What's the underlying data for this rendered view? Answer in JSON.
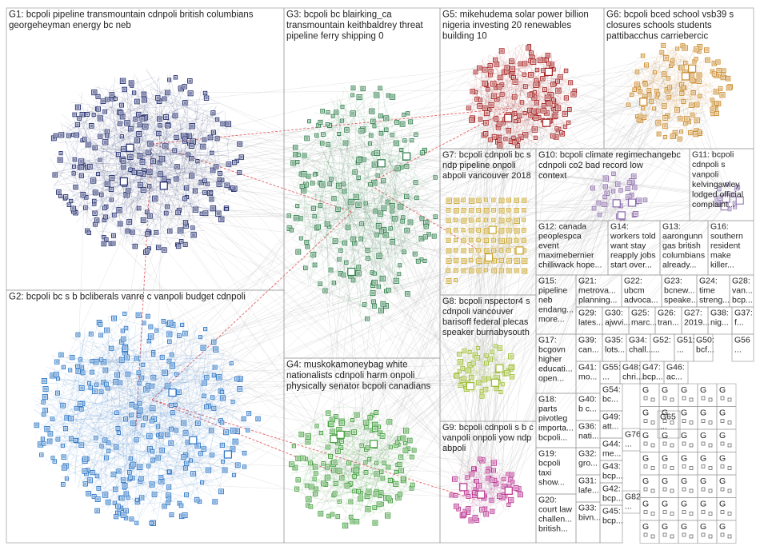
{
  "groups": [
    {
      "id": "G1",
      "lines": [
        "G1: bcpoli pipeline transmountain cdnpoli british columbians",
        "georgeheyman energy bc neb"
      ],
      "color": "#1f2a6b"
    },
    {
      "id": "G2",
      "lines": [
        "G2: bcpoli bc s b bcliberals vanre c vanpoli budget cdnpoli"
      ],
      "color": "#2a74c4"
    },
    {
      "id": "G3",
      "lines": [
        "G3: bcpoli bc blairking_ca",
        "transmountain keithbaldrey threat",
        "pipeline ferry shipping 0"
      ],
      "color": "#2e7d4a"
    },
    {
      "id": "G4",
      "lines": [
        "G4: muskokamoneybag white",
        "nationalists cdnpoli harm onpoli",
        "physically senator bcpoli canadians"
      ],
      "color": "#3f9c3a"
    },
    {
      "id": "G5",
      "lines": [
        "G5: mikehudema solar power billion",
        "nigeria investing 20 renewables",
        "building 10"
      ],
      "color": "#a41f1f"
    },
    {
      "id": "G6",
      "lines": [
        "G6: bcpoli bced school vsb39 s",
        "closures schools students",
        "pattibacchus carriebercic"
      ],
      "color": "#c9892a"
    },
    {
      "id": "G7",
      "lines": [
        "G7: bcpoli cdnpoli bc s",
        "ndp pipeline onpoli",
        "abpoli vancouver 2018"
      ],
      "color": "#c9a428"
    },
    {
      "id": "G8",
      "lines": [
        "G8: bcpoli nspector4 s",
        "cdnpoli vancouver",
        "barisoff federal plecas",
        "speaker burnabysouth"
      ],
      "color": "#9bbb2e"
    },
    {
      "id": "G9",
      "lines": [
        "G9: bcpoli cdnpoli s b c",
        "vanpoli onpoli yow ndp",
        "abpoli"
      ],
      "color": "#b8328f"
    },
    {
      "id": "G10",
      "lines": [
        "G10: bcpoli climate regimechangebc",
        "cdnpoli co2 bad record low",
        "context"
      ],
      "color": "#8a6aa8"
    },
    {
      "id": "G11",
      "lines": [
        "G11: bcpoli",
        "cdnpoli s",
        "vanpoli",
        "kelvingawley",
        "lodged official",
        "complaint..."
      ],
      "color": "#9a83b8"
    },
    {
      "id": "G12",
      "lines": [
        "G12: canada",
        "peoplespca",
        "event",
        "maximebernier",
        "chilliwack hope..."
      ],
      "color": "#555555"
    },
    {
      "id": "G13",
      "lines": [
        "G13:",
        "aarongunn",
        "gas british",
        "columbians",
        "already..."
      ],
      "color": "#555555"
    },
    {
      "id": "G14",
      "lines": [
        "G14:",
        "workers told",
        "want stay",
        "reapply jobs",
        "start over..."
      ],
      "color": "#555555"
    },
    {
      "id": "G15",
      "lines": [
        "G15:",
        "pipeline",
        "neb",
        "endang...",
        "more..."
      ],
      "color": "#555555"
    },
    {
      "id": "G16",
      "lines": [
        "G16:",
        "southern",
        "resident",
        "make",
        "killer..."
      ],
      "color": "#555555"
    },
    {
      "id": "G17",
      "lines": [
        "G17:",
        "bcgovn",
        "higher",
        "educati...",
        "open..."
      ],
      "color": "#555555"
    },
    {
      "id": "G18",
      "lines": [
        "G18:",
        "parts",
        "pivotleg",
        "importa...",
        "bcpoli..."
      ],
      "color": "#555555"
    },
    {
      "id": "G19",
      "lines": [
        "G19:",
        "bcpoli",
        "taxi",
        "show..."
      ],
      "color": "#555555"
    },
    {
      "id": "G20",
      "lines": [
        "G20:",
        "court law",
        "challen...",
        "british..."
      ],
      "color": "#555555"
    },
    {
      "id": "G21",
      "lines": [
        "G21:",
        "metrova...",
        "planning..."
      ],
      "color": "#555555"
    },
    {
      "id": "G22",
      "lines": [
        "G22:",
        "ubcm",
        "advoca..."
      ],
      "color": "#555555"
    },
    {
      "id": "G23",
      "lines": [
        "G23:",
        "bcnew...",
        "speake..."
      ],
      "color": "#555555"
    },
    {
      "id": "G24",
      "lines": [
        "G24:",
        "time",
        "streng..."
      ],
      "color": "#555555"
    },
    {
      "id": "G25",
      "lines": [
        "G25:",
        "marc..."
      ],
      "color": "#555555"
    },
    {
      "id": "G26",
      "lines": [
        "G26:",
        "tran..."
      ],
      "color": "#555555"
    },
    {
      "id": "G27",
      "lines": [
        "G27:",
        "2019..."
      ],
      "color": "#555555"
    },
    {
      "id": "G28",
      "lines": [
        "G28:",
        "van...",
        "bcp..."
      ],
      "color": "#555555"
    },
    {
      "id": "G29",
      "lines": [
        "G29:",
        "lates..."
      ],
      "color": "#555555"
    },
    {
      "id": "G30",
      "lines": [
        "G30:",
        "ajwvi..."
      ],
      "color": "#555555"
    },
    {
      "id": "G31",
      "lines": [
        "G31:",
        "lafe..."
      ],
      "color": "#555555"
    },
    {
      "id": "G32",
      "lines": [
        "G32:",
        "gro..."
      ],
      "color": "#555555"
    },
    {
      "id": "G33",
      "lines": [
        "G33:",
        "bivn..."
      ],
      "color": "#555555"
    },
    {
      "id": "G34",
      "lines": [
        "G34:",
        "chall..."
      ],
      "color": "#555555"
    },
    {
      "id": "G35",
      "lines": [
        "G35:",
        "lots..."
      ],
      "color": "#555555"
    },
    {
      "id": "G36",
      "lines": [
        "G36:",
        "nati..."
      ],
      "color": "#555555"
    },
    {
      "id": "G37",
      "lines": [
        "G37:",
        "f..."
      ],
      "color": "#555555"
    },
    {
      "id": "G38",
      "lines": [
        "G38:",
        "nig..."
      ],
      "color": "#555555"
    },
    {
      "id": "G39",
      "lines": [
        "G39:",
        "can..."
      ],
      "color": "#555555"
    },
    {
      "id": "G40",
      "lines": [
        "G40:",
        "b c..."
      ],
      "color": "#555555"
    },
    {
      "id": "G41",
      "lines": [
        "G41:",
        "mo..."
      ],
      "color": "#555555"
    },
    {
      "id": "G42",
      "lines": [
        "G42:",
        "bcp..."
      ],
      "color": "#555555"
    },
    {
      "id": "G43",
      "lines": [
        "G43:",
        "bcp..."
      ],
      "color": "#555555"
    },
    {
      "id": "G44",
      "lines": [
        "G44:",
        "me..."
      ],
      "color": "#555555"
    },
    {
      "id": "G45",
      "lines": [
        "G45:",
        "bcp..."
      ],
      "color": "#555555"
    },
    {
      "id": "G46",
      "lines": [
        "G46:",
        "ac..."
      ],
      "color": "#555555"
    },
    {
      "id": "G47",
      "lines": [
        "G47:",
        "bcp..."
      ],
      "color": "#555555"
    },
    {
      "id": "G48",
      "lines": [
        "G48:",
        "chri..."
      ],
      "color": "#555555"
    },
    {
      "id": "G49",
      "lines": [
        "G49:",
        "att..."
      ],
      "color": "#555555"
    },
    {
      "id": "G50",
      "lines": [
        "G50:",
        "bcf..."
      ],
      "color": "#555555"
    },
    {
      "id": "G51",
      "lines": [
        "G51:",
        "..."
      ],
      "color": "#555555"
    },
    {
      "id": "G52",
      "lines": [
        "G52:",
        "..."
      ],
      "color": "#555555"
    },
    {
      "id": "G54",
      "lines": [
        "G54:",
        "bc..."
      ],
      "color": "#555555"
    },
    {
      "id": "G55",
      "lines": [
        "G55:",
        "..."
      ],
      "color": "#555555"
    },
    {
      "id": "G56",
      "lines": [
        "G56",
        "..."
      ],
      "color": "#555555"
    },
    {
      "id": "G65",
      "lines": [
        "G65",
        "..."
      ],
      "color": "#555555"
    },
    {
      "id": "G76",
      "lines": [
        "G76",
        "..."
      ],
      "color": "#555555"
    },
    {
      "id": "G82",
      "lines": [
        "G82",
        "..."
      ],
      "color": "#555555"
    }
  ]
}
